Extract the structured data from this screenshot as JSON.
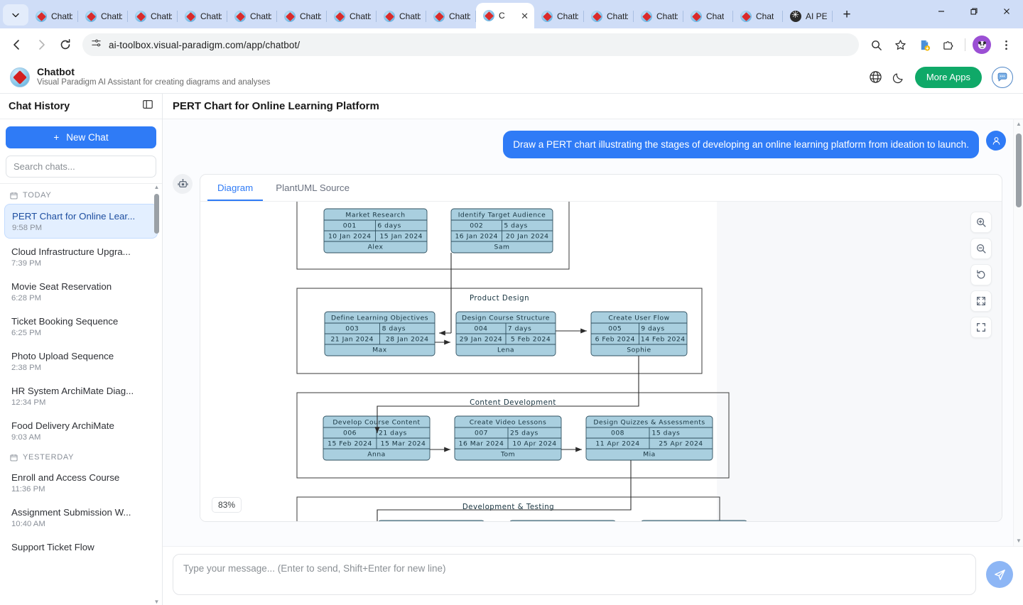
{
  "browser": {
    "tabs": [
      {
        "label": "Chatb",
        "active": false,
        "icon": "vp-favicon"
      },
      {
        "label": "Chatb",
        "active": false,
        "icon": "vp-favicon"
      },
      {
        "label": "Chatb",
        "active": false,
        "icon": "vp-favicon"
      },
      {
        "label": "Chatb",
        "active": false,
        "icon": "vp-favicon"
      },
      {
        "label": "Chatb",
        "active": false,
        "icon": "vp-favicon"
      },
      {
        "label": "Chatb",
        "active": false,
        "icon": "vp-favicon"
      },
      {
        "label": "Chatb",
        "active": false,
        "icon": "vp-favicon"
      },
      {
        "label": "Chatb",
        "active": false,
        "icon": "vp-favicon"
      },
      {
        "label": "Chatb",
        "active": false,
        "icon": "vp-favicon"
      },
      {
        "label": "C",
        "active": true,
        "icon": "vp-favicon"
      },
      {
        "label": "Chatb",
        "active": false,
        "icon": "vp-favicon"
      },
      {
        "label": "Chatb",
        "active": false,
        "icon": "vp-favicon"
      },
      {
        "label": "Chatb",
        "active": false,
        "icon": "vp-favicon"
      },
      {
        "label": "Chat",
        "active": false,
        "icon": "vp-favicon"
      },
      {
        "label": "Chat",
        "active": false,
        "icon": "vp-favicon"
      },
      {
        "label": "AI PE",
        "active": false,
        "icon": "openai-favicon"
      }
    ],
    "url": "ai-toolbox.visual-paradigm.com/app/chatbot/",
    "new_tab_label": "+",
    "window": {
      "minimize": "—",
      "restore": "❐",
      "close": "✕"
    }
  },
  "app_header": {
    "title": "Chatbot",
    "subtitle": "Visual Paradigm AI Assistant for creating diagrams and analyses",
    "more_apps_label": "More Apps"
  },
  "sidebar": {
    "title": "Chat History",
    "new_chat_label": "New Chat",
    "search_placeholder": "Search chats...",
    "groups": [
      {
        "label": "TODAY",
        "items": [
          {
            "title": "PERT Chart for Online Lear...",
            "time": "9:58 PM",
            "active": true
          },
          {
            "title": "Cloud Infrastructure Upgra...",
            "time": "7:39 PM",
            "active": false
          },
          {
            "title": "Movie Seat Reservation",
            "time": "6:28 PM",
            "active": false
          },
          {
            "title": "Ticket Booking Sequence",
            "time": "6:25 PM",
            "active": false
          },
          {
            "title": "Photo Upload Sequence",
            "time": "2:38 PM",
            "active": false
          },
          {
            "title": "HR System ArchiMate Diag...",
            "time": "12:34 PM",
            "active": false
          },
          {
            "title": "Food Delivery ArchiMate",
            "time": "9:03 AM",
            "active": false
          }
        ]
      },
      {
        "label": "YESTERDAY",
        "items": [
          {
            "title": "Enroll and Access Course",
            "time": "11:36 PM",
            "active": false
          },
          {
            "title": "Assignment Submission W...",
            "time": "10:40 AM",
            "active": false
          },
          {
            "title": "Support Ticket Flow",
            "time": "",
            "active": false
          }
        ]
      }
    ]
  },
  "main": {
    "page_title": "PERT Chart for Online Learning Platform",
    "user_message": "Draw a PERT chart illustrating the stages of developing an online learning platform from ideation to launch.",
    "card_tabs": [
      {
        "label": "Diagram",
        "active": true
      },
      {
        "label": "PlantUML Source",
        "active": false
      }
    ],
    "zoom_level": "83%",
    "tools": [
      {
        "name": "zoom-in-icon"
      },
      {
        "name": "zoom-out-icon"
      },
      {
        "name": "reset-icon"
      },
      {
        "name": "fit-screen-icon"
      },
      {
        "name": "fullscreen-icon"
      }
    ]
  },
  "composer": {
    "placeholder": "Type your message... (Enter to send, Shift+Enter for new line)",
    "value": ""
  },
  "chart_data": {
    "type": "diagram",
    "diagram_kind": "PERT chart",
    "title": "PERT Chart for Online Learning Platform",
    "node_fill": "#a9cfdf",
    "node_stroke": "#2f4f5f",
    "phases": [
      {
        "name": "",
        "nodes": [
          {
            "task": "Market Research",
            "id": "001",
            "duration": "6 days",
            "start": "10 Jan 2024",
            "end": "15 Jan 2024",
            "owner": "Alex"
          },
          {
            "task": "Identify Target Audience",
            "id": "002",
            "duration": "5 days",
            "start": "16 Jan 2024",
            "end": "20 Jan 2024",
            "owner": "Sam"
          }
        ]
      },
      {
        "name": "Product Design",
        "nodes": [
          {
            "task": "Define Learning Objectives",
            "id": "003",
            "duration": "8 days",
            "start": "21 Jan 2024",
            "end": "28 Jan 2024",
            "owner": "Max"
          },
          {
            "task": "Design Course Structure",
            "id": "004",
            "duration": "7 days",
            "start": "29 Jan 2024",
            "end": "5 Feb 2024",
            "owner": "Lena"
          },
          {
            "task": "Create User Flow",
            "id": "005",
            "duration": "9 days",
            "start": "6 Feb 2024",
            "end": "14 Feb 2024",
            "owner": "Sophie"
          }
        ]
      },
      {
        "name": "Content Development",
        "nodes": [
          {
            "task": "Develop Course Content",
            "id": "006",
            "duration": "21 days",
            "start": "15 Feb 2024",
            "end": "15 Mar 2024",
            "owner": "Anna"
          },
          {
            "task": "Create Video Lessons",
            "id": "007",
            "duration": "25 days",
            "start": "16 Mar 2024",
            "end": "10 Apr 2024",
            "owner": "Tom"
          },
          {
            "task": "Design Quizzes & Assessments",
            "id": "008",
            "duration": "15 days",
            "start": "11 Apr 2024",
            "end": "25 Apr 2024",
            "owner": "Mia"
          }
        ]
      },
      {
        "name": "Development & Testing",
        "nodes": []
      }
    ]
  }
}
